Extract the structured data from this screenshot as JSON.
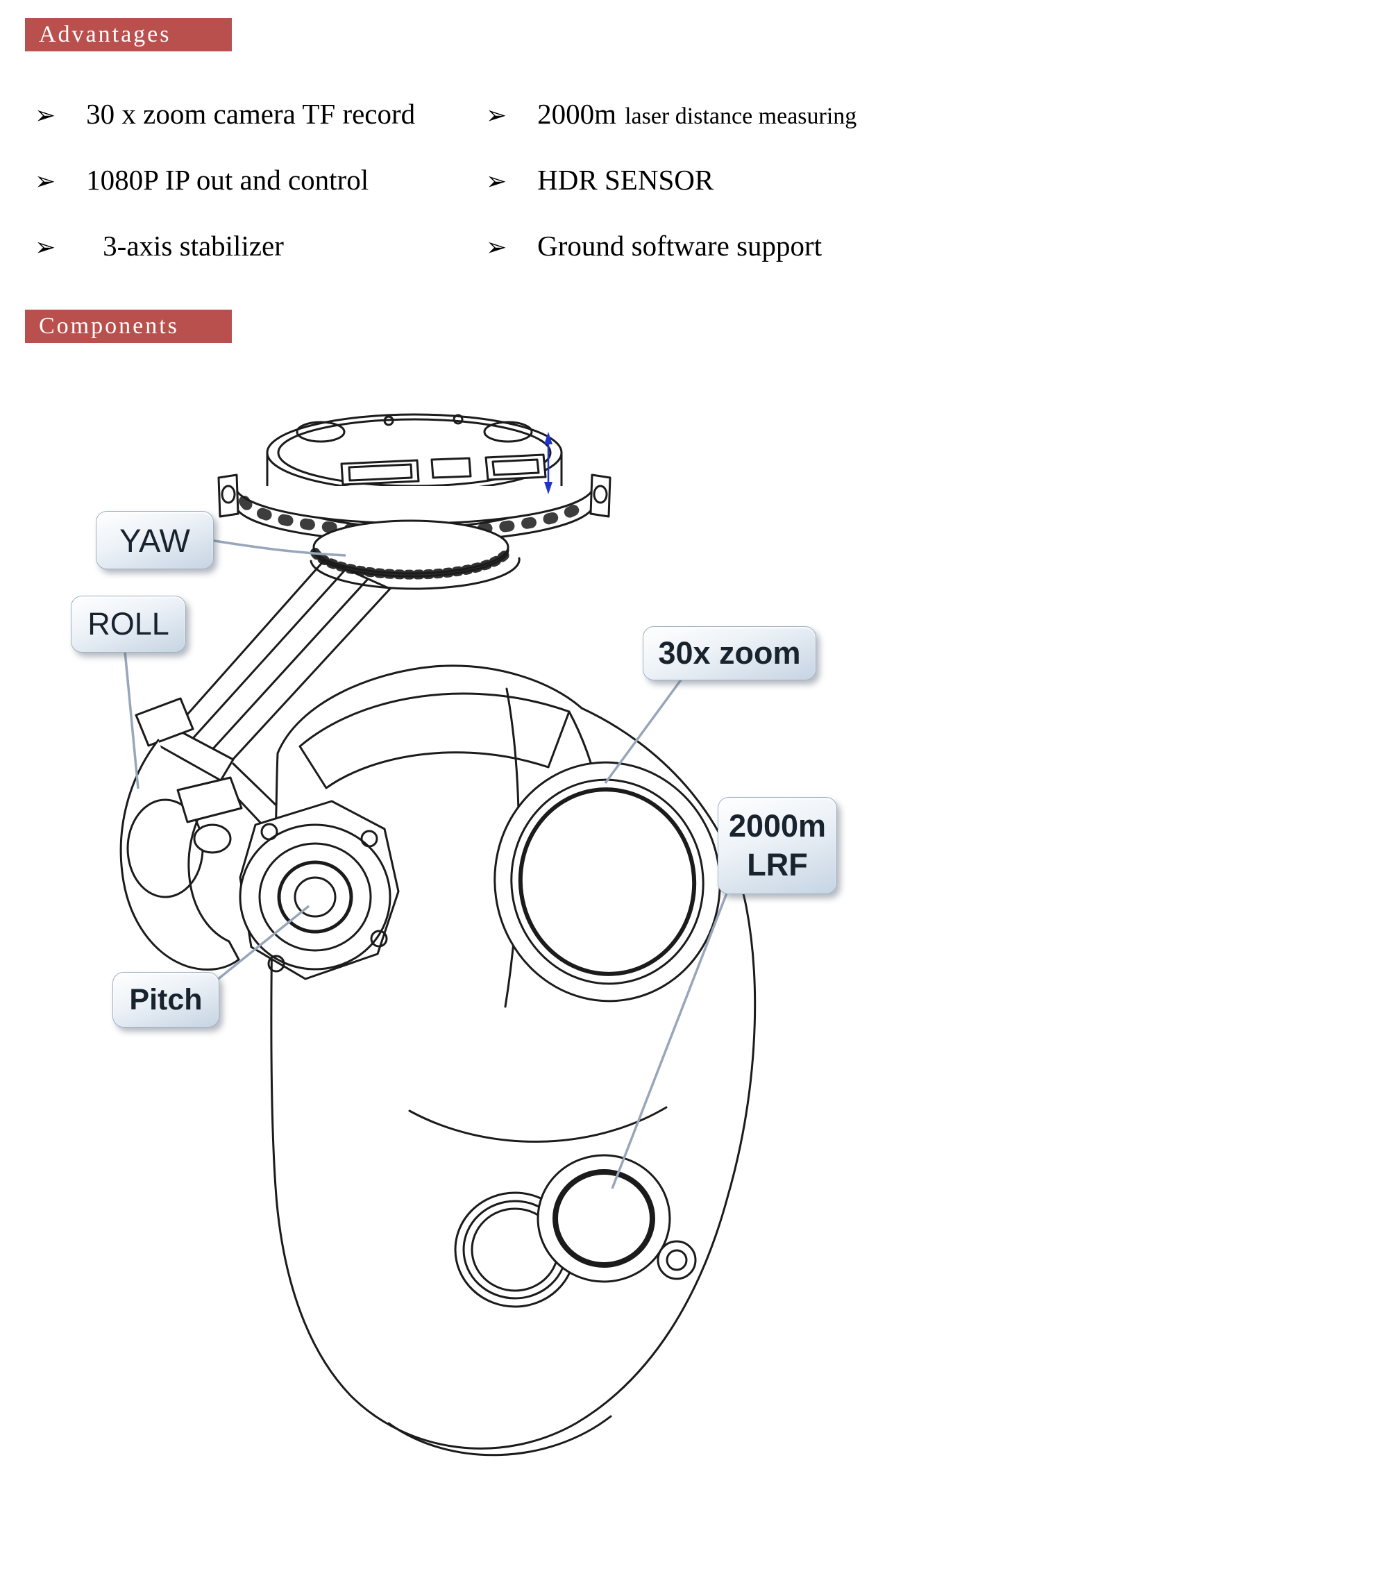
{
  "sections": {
    "advantages": "Advantages",
    "components": "Components"
  },
  "bullet_glyph": "➢",
  "advantages": {
    "left": [
      {
        "text": "30 x zoom camera TF record"
      },
      {
        "text": "1080P IP out and control"
      },
      {
        "text": "3-axis stabilizer"
      }
    ],
    "right": [
      {
        "main": "2000m",
        "small": "laser distance measuring"
      },
      {
        "main": "HDR SENSOR"
      },
      {
        "main": "Ground software support"
      }
    ]
  },
  "diagram": {
    "callouts": {
      "yaw": "YAW",
      "roll": "ROLL",
      "zoom": "30x zoom",
      "lrf_top": "2000m",
      "lrf_bottom": "LRF",
      "pitch": "Pitch"
    }
  },
  "colors": {
    "header_bg": "#b9504e",
    "header_text": "#ffffff",
    "dimension_arrow": "#2233cc",
    "leader_line": "#97a6b9"
  }
}
